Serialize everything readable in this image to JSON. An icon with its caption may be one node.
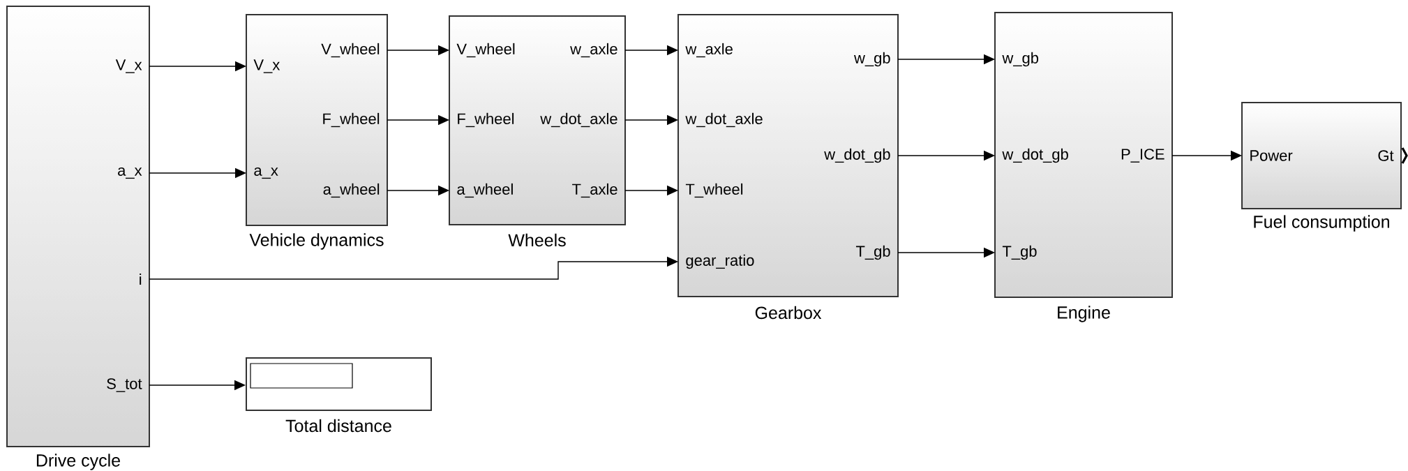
{
  "diagram": {
    "nodes": [
      {
        "text": [
          "Drive cycle"
        ]
      },
      {
        "text": [
          "V_x"
        ],
        "in": 0
      },
      {
        "text": [
          "a_x"
        ],
        "in": 0
      },
      {
        "text": [
          "i"
        ],
        "in": 0
      },
      {
        "text": [
          "S_tot"
        ],
        "in": 0
      },
      {
        "text": [
          "Vehicle dynamics"
        ]
      },
      {
        "text": [
          "V_x"
        ],
        "in": 5
      },
      {
        "text": [
          "a_x"
        ],
        "in": 5
      },
      {
        "text": [
          "V_wheel"
        ],
        "in": 5
      },
      {
        "text": [
          "F_wheel"
        ],
        "in": 5
      },
      {
        "text": [
          "a_wheel"
        ],
        "in": 5
      },
      {
        "text": [
          "Wheels"
        ]
      },
      {
        "text": [
          "V_wheel"
        ],
        "in": 11
      },
      {
        "text": [
          "F_wheel"
        ],
        "in": 11
      },
      {
        "text": [
          "a_wheel"
        ],
        "in": 11
      },
      {
        "text": [
          "w_axle"
        ],
        "in": 11
      },
      {
        "text": [
          "w_dot_axle"
        ],
        "in": 11
      },
      {
        "text": [
          "T_axle"
        ],
        "in": 11
      },
      {
        "text": [
          "Gearbox"
        ]
      },
      {
        "text": [
          "w_axle"
        ],
        "in": 18
      },
      {
        "text": [
          "w_dot_axle"
        ],
        "in": 18
      },
      {
        "text": [
          "T_wheel"
        ],
        "in": 18
      },
      {
        "text": [
          "gear_ratio"
        ],
        "in": 18
      },
      {
        "text": [
          "w_gb"
        ],
        "in": 18
      },
      {
        "text": [
          "w_dot_gb"
        ],
        "in": 18
      },
      {
        "text": [
          "T_gb"
        ],
        "in": 18
      },
      {
        "text": [
          "Engine"
        ]
      },
      {
        "text": [
          "w_gb"
        ],
        "in": 26
      },
      {
        "text": [
          "w_dot_gb"
        ],
        "in": 26
      },
      {
        "text": [
          "T_gb"
        ],
        "in": 26
      },
      {
        "text": [
          "P_ICE"
        ],
        "in": 26
      },
      {
        "text": [
          "Fuel consumption"
        ]
      },
      {
        "text": [
          "Power"
        ],
        "in": 31
      },
      {
        "text": [
          "Gt"
        ],
        "in": 31
      },
      {
        "text": [
          "Total distance"
        ]
      }
    ],
    "edges": [
      {
        "from": 1,
        "to": 6,
        "arrow": "to"
      },
      {
        "from": 2,
        "to": 7,
        "arrow": "to"
      },
      {
        "from": 8,
        "to": 12,
        "arrow": "to"
      },
      {
        "from": 9,
        "to": 13,
        "arrow": "to"
      },
      {
        "from": 10,
        "to": 14,
        "arrow": "to"
      },
      {
        "from": 15,
        "to": 19,
        "arrow": "to"
      },
      {
        "from": 16,
        "to": 20,
        "arrow": "to"
      },
      {
        "from": 17,
        "to": 21,
        "arrow": "to"
      },
      {
        "from": 3,
        "to": 22,
        "arrow": "to"
      },
      {
        "from": 23,
        "to": 27,
        "arrow": "to"
      },
      {
        "from": 24,
        "to": 28,
        "arrow": "to"
      },
      {
        "from": 25,
        "to": 29,
        "arrow": "to"
      },
      {
        "from": 30,
        "to": 32,
        "arrow": "to"
      },
      {
        "from": 4,
        "to": 34,
        "arrow": "to"
      }
    ]
  }
}
